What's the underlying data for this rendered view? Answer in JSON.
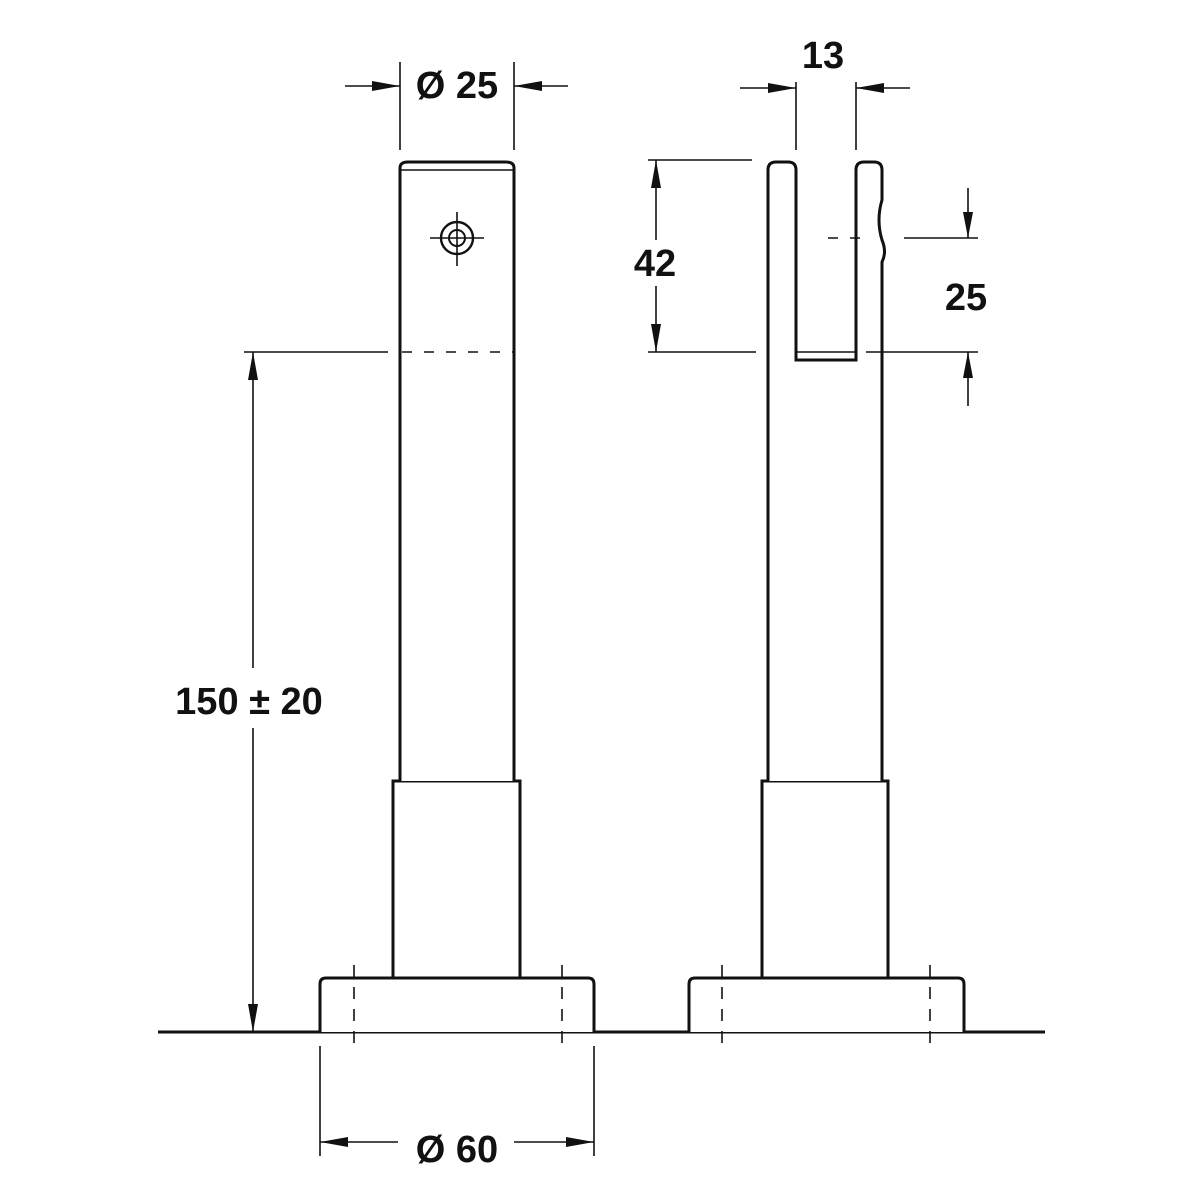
{
  "dimensions": {
    "top_diameter": "Ø 25",
    "slot_width": "13",
    "slot_depth": "42",
    "hole_height": "25",
    "height": "150 ± 20",
    "base_diameter": "Ø 60"
  },
  "colors": {
    "line": "#111111",
    "background": "#ffffff"
  }
}
